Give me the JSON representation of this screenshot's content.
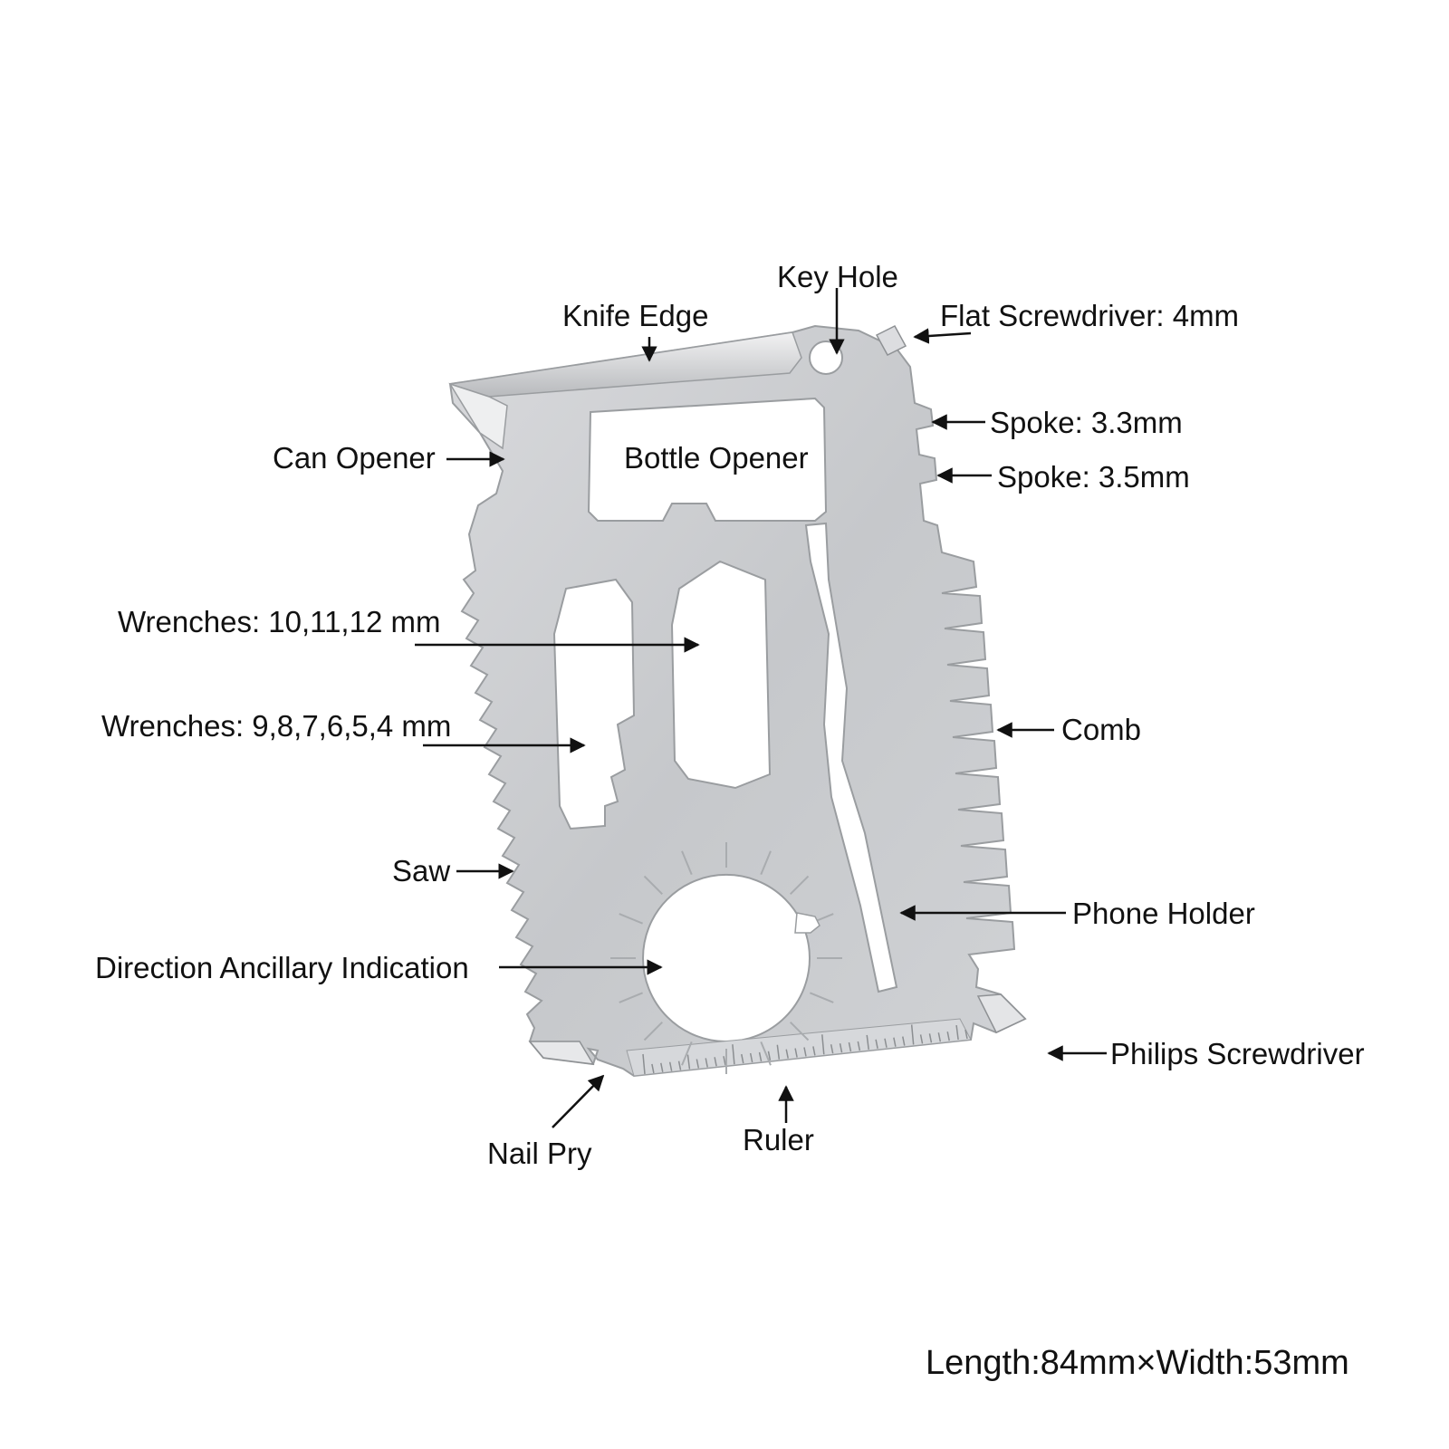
{
  "labels": {
    "knife_edge": "Knife Edge",
    "key_hole": "Key Hole",
    "flat_screwdriver": "Flat Screwdriver: 4mm",
    "spoke_33": "Spoke: 3.3mm",
    "spoke_35": "Spoke: 3.5mm",
    "can_opener": "Can Opener",
    "bottle_opener": "Bottle Opener",
    "wrenches_large": "Wrenches: 10,11,12 mm",
    "wrenches_small": "Wrenches: 9,8,7,6,5,4 mm",
    "comb": "Comb",
    "saw": "Saw",
    "phone_holder": "Phone Holder",
    "direction": "Direction Ancillary Indication",
    "philips_screwdriver": "Philips Screwdriver",
    "nail_pry": "Nail Pry",
    "ruler": "Ruler"
  },
  "dimensions": "Length:84mm×Width:53mm",
  "colors": {
    "steel": "#c9cbce",
    "steel_light": "#e6e7e9",
    "steel_dark": "#8e9194",
    "text": "#111111",
    "background": "#ffffff"
  }
}
